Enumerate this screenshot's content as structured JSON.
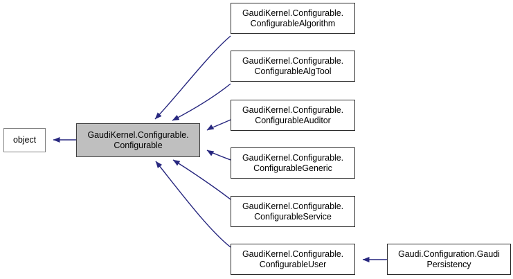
{
  "diagram": {
    "type": "inheritance-graph",
    "style": "doxygen-class-hierarchy",
    "edge_color": "#27277f",
    "current_node_fill": "#bfbfbf",
    "plain_node_fill": "#ffffff",
    "nodes": {
      "object": {
        "label": "object",
        "role": "base-class"
      },
      "configurable": {
        "label": "GaudiKernel.Configurable.\nConfigurable",
        "role": "current-class"
      },
      "configurable_algorithm": {
        "label": "GaudiKernel.Configurable.\nConfigurableAlgorithm",
        "role": "derived-class"
      },
      "configurable_algtool": {
        "label": "GaudiKernel.Configurable.\nConfigurableAlgTool",
        "role": "derived-class"
      },
      "configurable_auditor": {
        "label": "GaudiKernel.Configurable.\nConfigurableAuditor",
        "role": "derived-class"
      },
      "configurable_generic": {
        "label": "GaudiKernel.Configurable.\nConfigurableGeneric",
        "role": "derived-class"
      },
      "configurable_service": {
        "label": "GaudiKernel.Configurable.\nConfigurableService",
        "role": "derived-class"
      },
      "configurable_user": {
        "label": "GaudiKernel.Configurable.\nConfigurableUser",
        "role": "derived-class"
      },
      "gaudi_persistency": {
        "label": "Gaudi.Configuration.Gaudi\nPersistency",
        "role": "derived-class"
      }
    }
  }
}
